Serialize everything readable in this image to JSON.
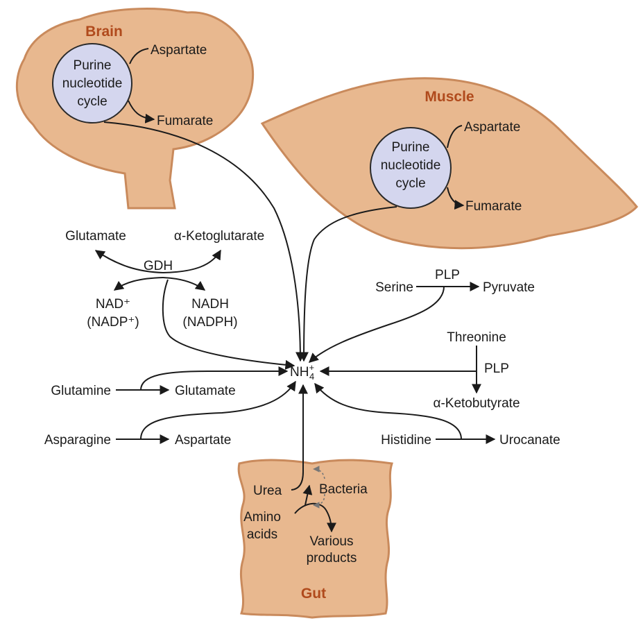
{
  "organs": {
    "brain": {
      "title": "Brain",
      "cycle_line1": "Purine",
      "cycle_line2": "nucleotide",
      "cycle_line3": "cycle",
      "input": "Aspartate",
      "output": "Fumarate"
    },
    "muscle": {
      "title": "Muscle",
      "cycle_line1": "Purine",
      "cycle_line2": "nucleotide",
      "cycle_line3": "cycle",
      "input": "Aspartate",
      "output": "Fumarate"
    },
    "gut": {
      "title": "Gut",
      "urea": "Urea",
      "bacteria": "Bacteria",
      "amino_line1": "Amino",
      "amino_line2": "acids",
      "products_line1": "Various",
      "products_line2": "products"
    }
  },
  "center": {
    "base": "NH",
    "superscript": "+",
    "subscript": "4"
  },
  "gdh": {
    "enzyme": "GDH",
    "glutamate": "Glutamate",
    "ketoglutarate": "α-Ketoglutarate",
    "nad": "NAD⁺",
    "nadp": "(NADP⁺)",
    "nadh": "NADH",
    "nadph": "(NADPH)"
  },
  "reactions": {
    "glutamine": {
      "substrate": "Glutamine",
      "product": "Glutamate"
    },
    "asparagine": {
      "substrate": "Asparagine",
      "product": "Aspartate"
    },
    "serine": {
      "substrate": "Serine",
      "cofactor": "PLP",
      "product": "Pyruvate"
    },
    "threonine": {
      "substrate": "Threonine",
      "cofactor": "PLP",
      "product": "α-Ketobutyrate"
    },
    "histidine": {
      "substrate": "Histidine",
      "product": "Urocanate"
    }
  }
}
